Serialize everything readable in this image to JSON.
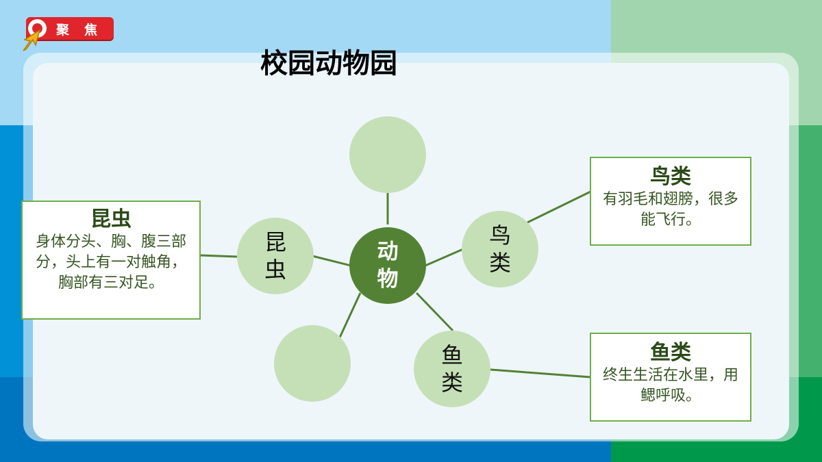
{
  "badge": {
    "label": "聚焦"
  },
  "title": "校园动物园",
  "diagram": {
    "center": {
      "label": "动物"
    },
    "nodes": [
      {
        "id": "top",
        "label": ""
      },
      {
        "id": "insect",
        "label": "昆虫"
      },
      {
        "id": "bird",
        "label": "鸟类"
      },
      {
        "id": "fish",
        "label": "鱼类"
      },
      {
        "id": "bottom",
        "label": ""
      }
    ]
  },
  "boxes": {
    "insect": {
      "title": "昆虫",
      "desc": "身体分头、胸、腹三部分，头上有一对触角，胸部有三对足。"
    },
    "bird": {
      "title": "鸟类",
      "desc": "有羽毛和翅膀，很多能飞行。"
    },
    "fish": {
      "title": "鱼类",
      "desc": "终生生活在水里，用鳃呼吸。"
    }
  },
  "colors": {
    "circle_fill": "#c5e0b7",
    "center_fill": "#548235",
    "line": "#538135",
    "box_border": "#70ad47"
  }
}
